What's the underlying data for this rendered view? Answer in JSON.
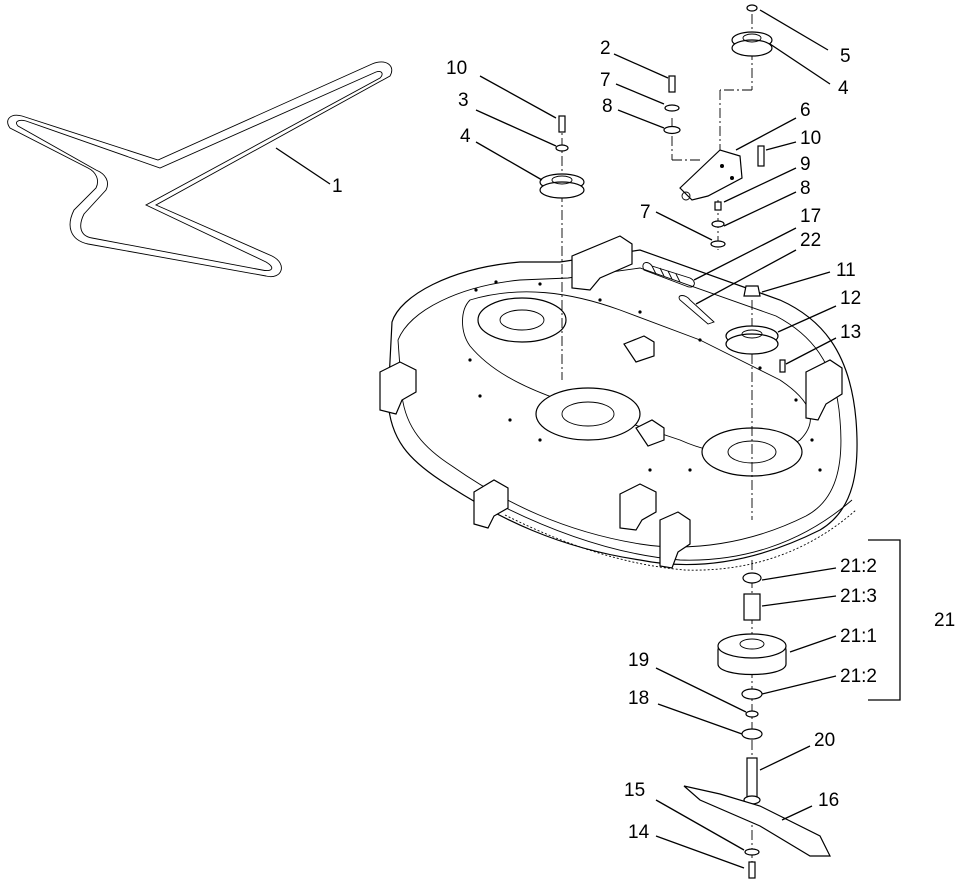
{
  "diagram": {
    "callouts": [
      {
        "id": "c1",
        "label": "1"
      },
      {
        "id": "c2",
        "label": "2"
      },
      {
        "id": "c3",
        "label": "3"
      },
      {
        "id": "c4a",
        "label": "4"
      },
      {
        "id": "c4b",
        "label": "4"
      },
      {
        "id": "c5",
        "label": "5"
      },
      {
        "id": "c6",
        "label": "6"
      },
      {
        "id": "c7a",
        "label": "7"
      },
      {
        "id": "c7b",
        "label": "7"
      },
      {
        "id": "c8a",
        "label": "8"
      },
      {
        "id": "c8b",
        "label": "8"
      },
      {
        "id": "c9",
        "label": "9"
      },
      {
        "id": "c10a",
        "label": "10"
      },
      {
        "id": "c10b",
        "label": "10"
      },
      {
        "id": "c11",
        "label": "11"
      },
      {
        "id": "c12",
        "label": "12"
      },
      {
        "id": "c13",
        "label": "13"
      },
      {
        "id": "c14",
        "label": "14"
      },
      {
        "id": "c15",
        "label": "15"
      },
      {
        "id": "c16",
        "label": "16"
      },
      {
        "id": "c17",
        "label": "17"
      },
      {
        "id": "c18",
        "label": "18"
      },
      {
        "id": "c19",
        "label": "19"
      },
      {
        "id": "c20",
        "label": "20"
      },
      {
        "id": "c21",
        "label": "21"
      },
      {
        "id": "c21_2a",
        "label": "21:2"
      },
      {
        "id": "c21_3",
        "label": "21:3"
      },
      {
        "id": "c21_1",
        "label": "21:1"
      },
      {
        "id": "c21_2b",
        "label": "21:2"
      },
      {
        "id": "c22",
        "label": "22"
      }
    ]
  }
}
